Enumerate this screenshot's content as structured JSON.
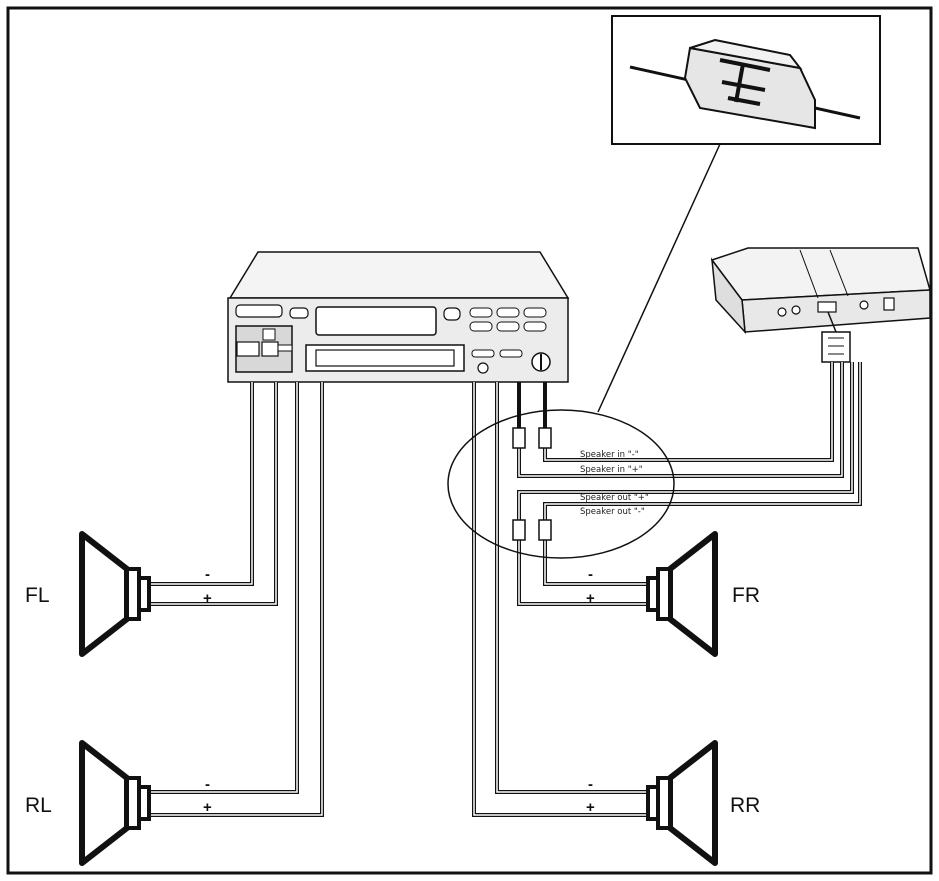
{
  "speakers": {
    "fl": "FL",
    "rl": "RL",
    "fr": "FR",
    "rr": "RR"
  },
  "polarity": {
    "minus": "-",
    "plus": "+"
  },
  "wire_labels": {
    "speaker_in_minus": "Speaker in \"-\"",
    "speaker_in_plus": "Speaker in \"+\"",
    "speaker_out_plus": "Speaker out \"+\"",
    "speaker_out_minus": "Speaker out \"-\""
  },
  "icons": {
    "head_unit": "car-radio-icon",
    "amplifier": "amplifier-box-icon",
    "fuse": "inline-fuse-icon",
    "speaker": "speaker-cone-icon"
  },
  "colors": {
    "line": "#111111",
    "background": "#ffffff",
    "unit_fill": "#ececec"
  }
}
